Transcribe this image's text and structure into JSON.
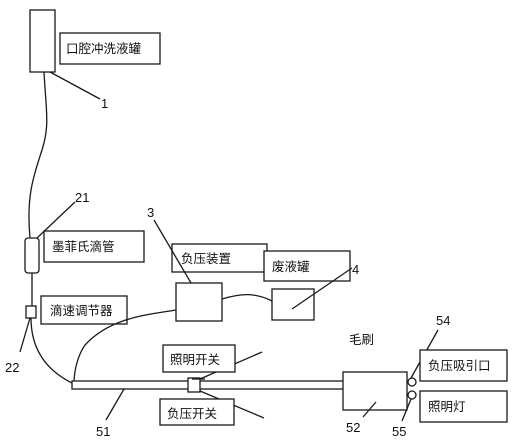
{
  "labels": {
    "oral_rinse_tank": "口腔冲洗液罐",
    "murphy_drip": "墨菲氏滴管",
    "drip_regulator": "滴速调节器",
    "negative_pressure_device": "负压装置",
    "waste_tank": "废液罐",
    "lighting_switch": "照明开关",
    "negative_pressure_switch": "负压开关",
    "brush": "毛刷",
    "suction_port": "负压吸引口",
    "lighting_lamp": "照明灯"
  },
  "numbers": {
    "n1": "1",
    "n21": "21",
    "n22": "22",
    "n3": "3",
    "n4": "4",
    "n51": "51",
    "n52": "52",
    "n54": "54",
    "n55": "55"
  }
}
